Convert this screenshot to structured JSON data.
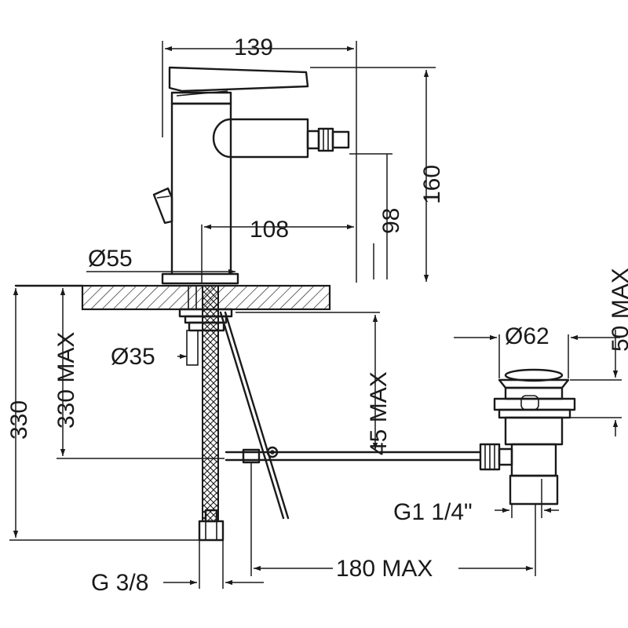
{
  "dimensions": {
    "width_139": "139",
    "height_160": "160",
    "height_98": "98",
    "reach_108": "108",
    "dia_55": "Ø55",
    "dia_35": "Ø35",
    "dia_62": "Ø62",
    "max_50": "50 MAX",
    "max_330": "330 MAX",
    "length_330": "330",
    "max_45": "45 MAX",
    "thread_g114": "G1 1/4\"",
    "thread_g38": "G 3/8",
    "max_180": "180 MAX"
  }
}
